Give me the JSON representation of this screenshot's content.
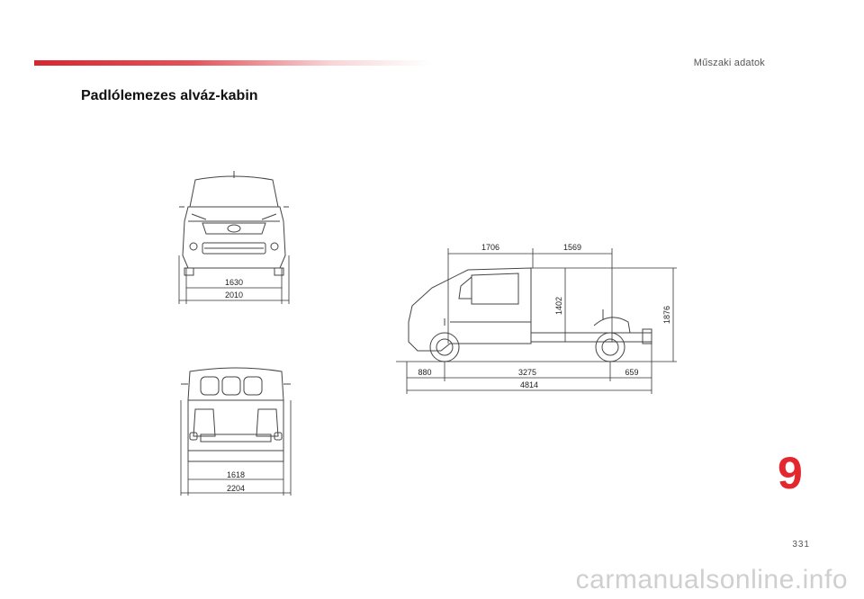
{
  "header": {
    "section": "Műszaki adatok"
  },
  "title": "Padlólemezes alváz-kabin",
  "front_view": {
    "track_width": "1630",
    "overall_width": "2010"
  },
  "rear_view": {
    "inner_width": "1618",
    "overall_width": "2204"
  },
  "side_view": {
    "cab_length": "1706",
    "platform_length": "1569",
    "frame_height": "1402",
    "overall_height": "1876",
    "front_overhang": "880",
    "wheelbase": "3275",
    "rear_overhang": "659",
    "overall_length": "4814"
  },
  "chapter": "9",
  "page_number": "331",
  "watermark": "carmanualsonline.info"
}
